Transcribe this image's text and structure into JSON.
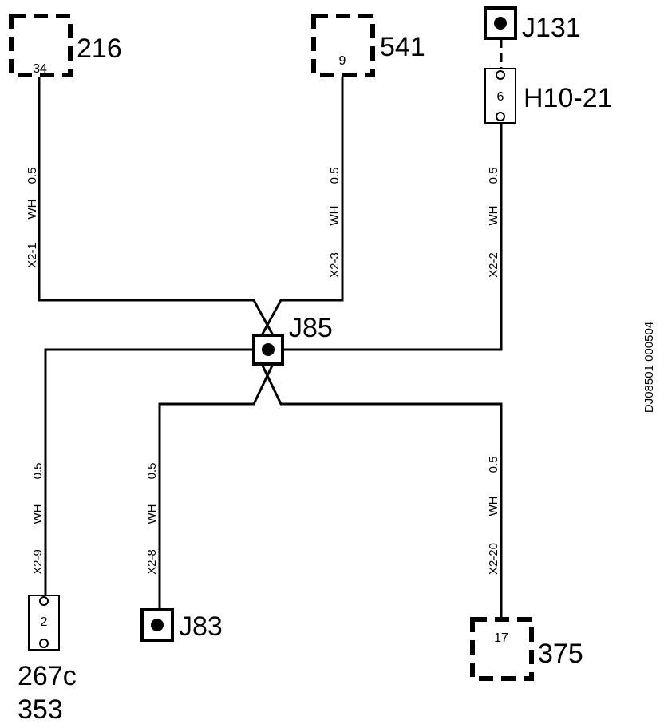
{
  "diagram": {
    "drawing_id": "DJ08501 000504",
    "splice": {
      "label": "J85"
    },
    "components": {
      "c216": {
        "label": "216",
        "pin": "34"
      },
      "c541": {
        "label": "541",
        "pin": "9"
      },
      "j131": {
        "label": "J131"
      },
      "h1021": {
        "label": "H10-21",
        "pin": "6"
      },
      "c267": {
        "label1": "267c",
        "label2": "353",
        "pin": "2"
      },
      "j83": {
        "label": "J83"
      },
      "c375": {
        "label": "375",
        "pin": "17"
      }
    },
    "wires": {
      "w1": {
        "size": "0.5",
        "color": "WH",
        "id": "X2-1"
      },
      "w3": {
        "size": "0.5",
        "color": "WH",
        "id": "X2-3"
      },
      "w2": {
        "size": "0.5",
        "color": "WH",
        "id": "X2-2"
      },
      "w9": {
        "size": "0.5",
        "color": "WH",
        "id": "X2-9"
      },
      "w8": {
        "size": "0.5",
        "color": "WH",
        "id": "X2-8"
      },
      "w20": {
        "size": "0.5",
        "color": "WH",
        "id": "X2-20"
      }
    }
  }
}
